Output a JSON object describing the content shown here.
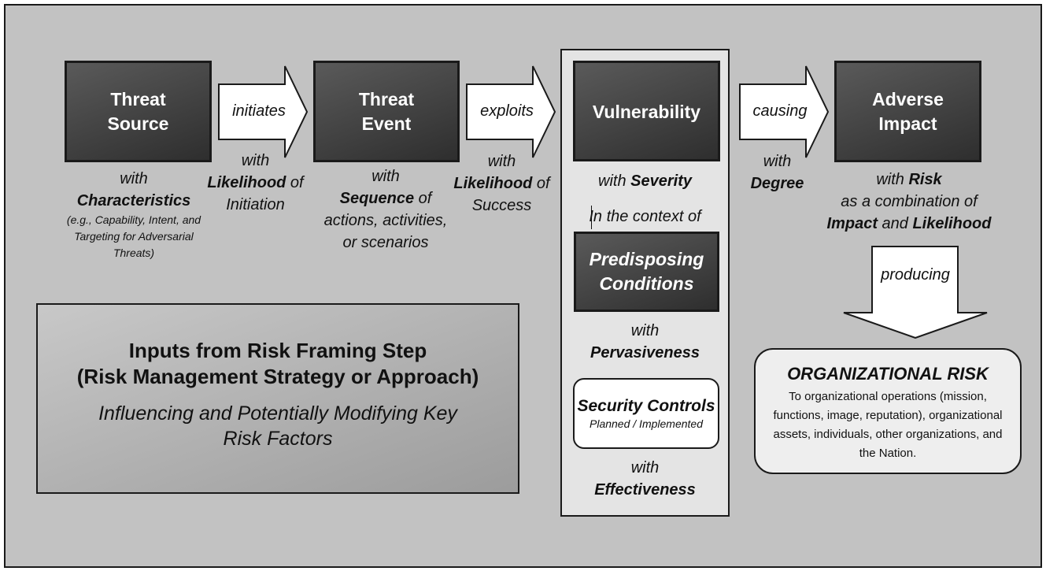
{
  "boxes": {
    "threat_source": [
      "Threat",
      "Source"
    ],
    "threat_event": [
      "Threat",
      "Event"
    ],
    "vulnerability": [
      "Vulnerability"
    ],
    "adverse_impact": [
      "Adverse",
      "Impact"
    ],
    "predisposing": [
      "Predisposing",
      "Conditions"
    ]
  },
  "arrows": {
    "initiates": "initiates",
    "exploits": "exploits",
    "causing": "causing",
    "producing": "producing"
  },
  "captions": {
    "source_with": "with",
    "source_char": "Characteristics",
    "source_eg": [
      "(e.g., Capability, Intent, and",
      "Targeting for Adversarial",
      "Threats)"
    ],
    "init_with": "with",
    "init_likelihood": "Likelihood",
    "init_of": " of",
    "init_initiation": "Initiation",
    "event_with": "with",
    "event_sequence": "Sequence",
    "event_of": " of",
    "event_actions": "actions, activities,",
    "event_scenarios": "or scenarios",
    "success_with": "with",
    "success_likelihood": "Likelihood",
    "success_of": " of",
    "success_success": "Success",
    "vuln_with": "with ",
    "vuln_severity": "Severity",
    "vuln_context": "In the context of",
    "pred_with": "with",
    "pred_pervasiveness": "Pervasiveness",
    "ctl_with": "with",
    "ctl_effectiveness": "Effectiveness",
    "degree_with": "with",
    "degree_degree": "Degree",
    "impact_with": "with ",
    "impact_risk": "Risk",
    "impact_combo": "as a combination of",
    "impact_impact": "Impact",
    "impact_and": " and ",
    "impact_likelihood": "Likelihood"
  },
  "security_controls": {
    "title": "Security Controls",
    "subtitle": "Planned / Implemented"
  },
  "inputs": {
    "title1": "Inputs from Risk Framing Step",
    "title2": "(Risk Management Strategy or Approach)",
    "sub1": "Influencing and Potentially Modifying Key",
    "sub2": "Risk Factors"
  },
  "org_risk": {
    "title": "ORGANIZATIONAL RISK",
    "desc": [
      "To organizational operations (mission,",
      "functions, image, reputation), organizational",
      "assets, individuals, other organizations, and",
      "the Nation."
    ]
  }
}
